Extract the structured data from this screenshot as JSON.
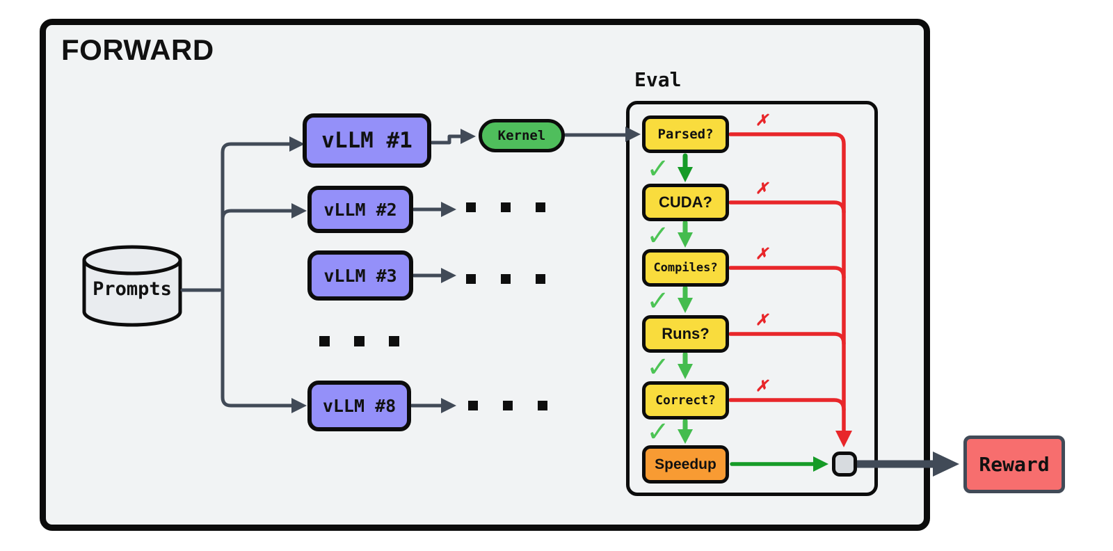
{
  "title": "FORWARD",
  "prompts": {
    "label": "Prompts"
  },
  "vllm_nodes": [
    {
      "label": "vLLM #1"
    },
    {
      "label": "vLLM #2"
    },
    {
      "label": "vLLM #3"
    },
    {
      "label": "vLLM #8"
    }
  ],
  "kernel": {
    "label": "Kernel"
  },
  "eval": {
    "label": "Eval",
    "checks": [
      {
        "label": "Parsed?"
      },
      {
        "label": "CUDA?"
      },
      {
        "label": "Compiles?"
      },
      {
        "label": "Runs?"
      },
      {
        "label": "Correct?"
      }
    ],
    "final": {
      "label": "Speedup"
    },
    "pass_mark": "✓",
    "fail_mark": "✗"
  },
  "reward": {
    "label": "Reward"
  },
  "colors": {
    "canvas_fill": "#f1f3f4",
    "vllm_fill": "#9490f9",
    "kernel_fill": "#4fbe5c",
    "check_fill": "#f9dc3d",
    "speedup_fill": "#f89b33",
    "reward_fill": "#f76e6e",
    "fail_line": "#e8262a",
    "pass_check": "#4dc455",
    "pass_arrow_dark": "#169b27",
    "wire": "#414a57",
    "border": "#0c0c0c"
  }
}
